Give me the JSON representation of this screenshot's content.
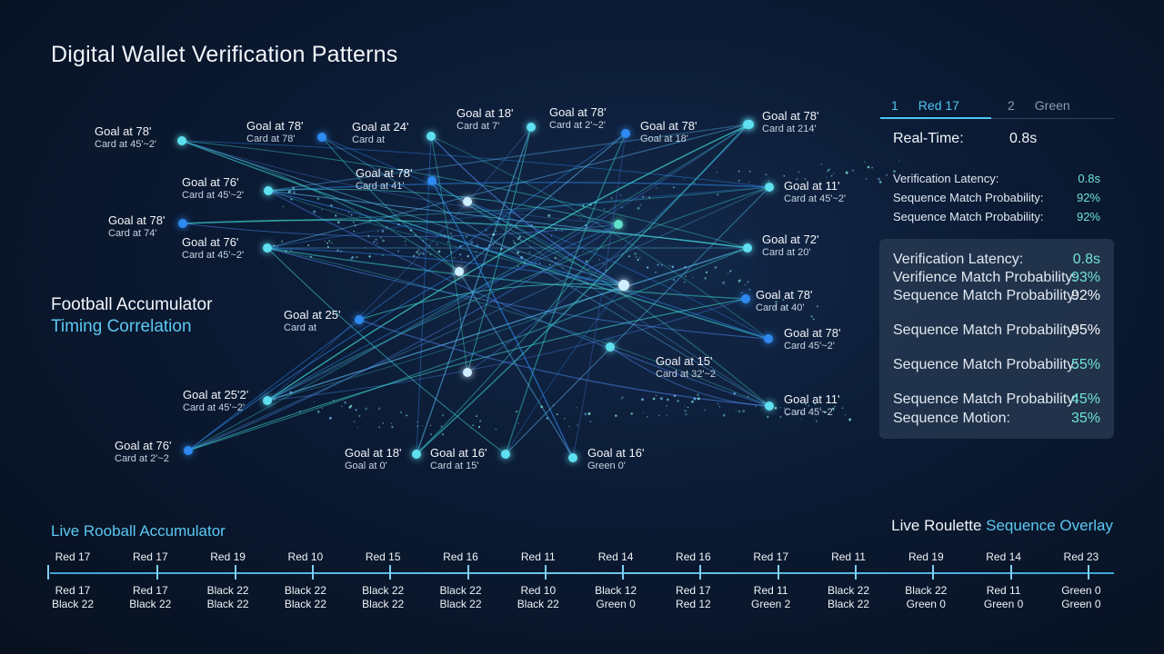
{
  "title": "Digital Wallet Verification Patterns",
  "side_title": {
    "line1": "Football Accumulator",
    "line2": "Timing Correlation"
  },
  "nodes": [
    {
      "id": "n1",
      "label": "Goal at 78'",
      "sub": "Card at 45'~2'",
      "color": "#5ee0f0"
    },
    {
      "id": "n2",
      "label": "Goal at 78'",
      "sub": "Card at 78'",
      "color": "#2f8af0"
    },
    {
      "id": "n3",
      "label": "Goal at 24'",
      "sub": "Card at",
      "color": "#5ee0f0"
    },
    {
      "id": "n4",
      "label": "Goal at 18'",
      "sub": "Card at 7'",
      "color": "#5ee0f0"
    },
    {
      "id": "n5",
      "label": "Goal at 78'",
      "sub": "Card at 2'~2'",
      "color": "#2f8af0"
    },
    {
      "id": "n6",
      "label": "Goal at 78'",
      "sub": "Goal at 18'",
      "color": "#5ee0f0"
    },
    {
      "id": "n7",
      "label": "Goal at 78'",
      "sub": "Card at 214'",
      "color": "#5ee0f0"
    },
    {
      "id": "n8",
      "label": "Goal at 76'",
      "sub": "Card at 45'~2'",
      "color": "#5ee0f0"
    },
    {
      "id": "n9",
      "label": "Goal at 78'",
      "sub": "Card at 41'",
      "color": "#2f8af0"
    },
    {
      "id": "n10",
      "label": "Goal at 11'",
      "sub": "Card at 45'~2'",
      "color": "#5ee0f0"
    },
    {
      "id": "n11",
      "label": "Goal at 78'",
      "sub": "Card at 74'",
      "color": "#2f8af0"
    },
    {
      "id": "n12",
      "label": "Goal at 76'",
      "sub": "Card at 45'~2'",
      "color": "#5ee0f0"
    },
    {
      "id": "n13",
      "label": "Goal at 72'",
      "sub": "Card at 20'",
      "color": "#5ee0f0"
    },
    {
      "id": "n14",
      "label": "Goal at 78'",
      "sub": "Card at 40'",
      "color": "#2f8af0"
    },
    {
      "id": "n15",
      "label": "Goal at 25'",
      "sub": "Card at",
      "color": "#2f8af0"
    },
    {
      "id": "n16",
      "label": "Goal at 78'",
      "sub": "Card 45'~2'",
      "color": "#2f8af0"
    },
    {
      "id": "n17",
      "label": "Goal at 15'",
      "sub": "Card at 32'~2",
      "color": "#5ee0f0"
    },
    {
      "id": "n18",
      "label": "Goal at 25'2'",
      "sub": "Card at 45'~2'",
      "color": "#5ee0f0"
    },
    {
      "id": "n19",
      "label": "Goal at 11'",
      "sub": "Card 45'~2'",
      "color": "#5ee0f0"
    },
    {
      "id": "n20",
      "label": "Goal at 76'",
      "sub": "Card at 2'~2",
      "color": "#2f8af0"
    },
    {
      "id": "n21",
      "label": "Goal at 18'",
      "sub": "Goal at 0'",
      "color": "#5ee0f0"
    },
    {
      "id": "n22",
      "label": "Goal at 16'",
      "sub": "Card at 15'",
      "color": "#5ee0f0"
    },
    {
      "id": "n23",
      "label": "Goal at 16'",
      "sub": "Green 0'",
      "color": "#5ee0f0"
    }
  ],
  "panel": {
    "tabs": [
      {
        "num": "1",
        "label": "Red 17"
      },
      {
        "num": "2",
        "label": "Green"
      }
    ],
    "realtime": {
      "label": "Real-Time:",
      "value": "0.8s"
    },
    "stats": [
      {
        "label": "Verification Latency:",
        "value": "0.8s"
      },
      {
        "label": "Sequence Match Probability:",
        "value": "92%"
      },
      {
        "label": "Sequence Match Probability:",
        "value": "92%"
      }
    ],
    "card": [
      {
        "label": "Verification Latency:",
        "value": "0.8s"
      },
      {
        "label": "Verifience Match Probability:",
        "value": "93%"
      },
      {
        "label": "Sequence Match Probability:",
        "value": "92%"
      },
      {
        "label": "Sequence Match Probability:",
        "value": "95%"
      },
      {
        "label": "Sequence Match Probability:",
        "value": "55%"
      },
      {
        "label": "Sequence Match Probability:",
        "value": "45%"
      },
      {
        "label": "Sequence Motion:",
        "value": "35%"
      }
    ]
  },
  "bottom": {
    "left_title": "Live Rooball Accumulator",
    "right_title_a": "Live Roulette ",
    "right_title_b": "Sequence Overlay",
    "timeline": [
      {
        "top": "Red 17",
        "b1": "Red 17",
        "b2": "Black 22"
      },
      {
        "top": "Red 17",
        "b1": "Red 17",
        "b2": "Black 22"
      },
      {
        "top": "Red 19",
        "b1": "Black 22",
        "b2": "Black 22"
      },
      {
        "top": "Red 10",
        "b1": "Black 22",
        "b2": "Black 22"
      },
      {
        "top": "Red 15",
        "b1": "Black 22",
        "b2": "Black 22"
      },
      {
        "top": "Red 16",
        "b1": "Black 22",
        "b2": "Black 22"
      },
      {
        "top": "Red 11",
        "b1": "Red 10",
        "b2": "Black 22"
      },
      {
        "top": "Red 14",
        "b1": "Black 12",
        "b2": "Green 0"
      },
      {
        "top": "Red 16",
        "b1": "Red 17",
        "b2": "Red 12"
      },
      {
        "top": "Red 17",
        "b1": "Red 11",
        "b2": "Green 2"
      },
      {
        "top": "Red 11",
        "b1": "Black 22",
        "b2": "Black 22"
      },
      {
        "top": "Red 19",
        "b1": "Black 22",
        "b2": "Green 0"
      },
      {
        "top": "Red 14",
        "b1": "Red 11",
        "b2": "Green 0"
      },
      {
        "top": "Red 23",
        "b1": "Green 0",
        "b2": "Green 0"
      }
    ]
  }
}
